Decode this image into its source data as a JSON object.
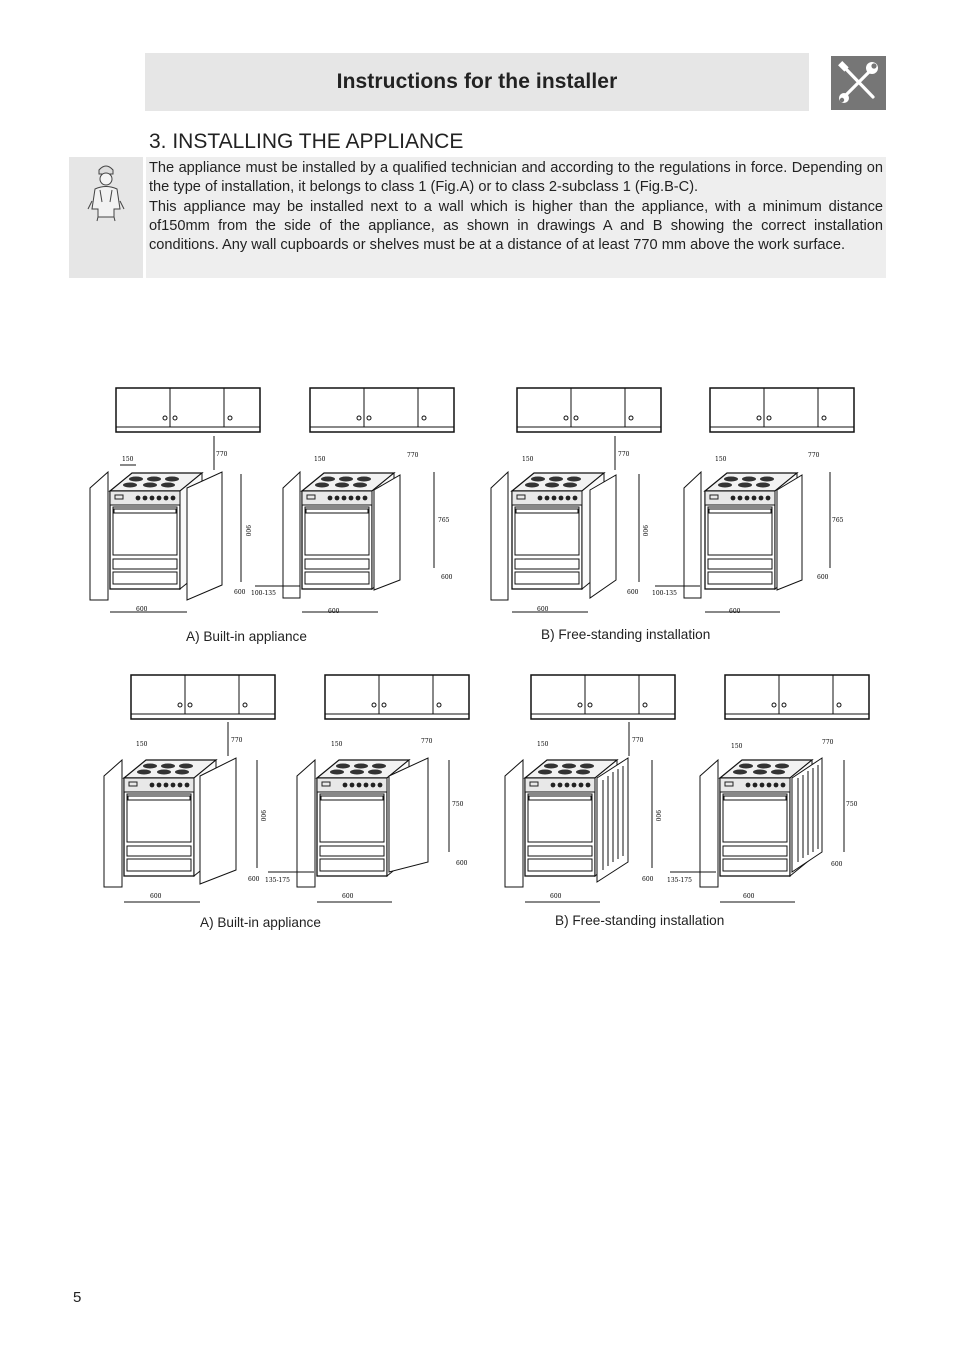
{
  "header": {
    "title": "Instructions for the installer",
    "icon": "tools-icon"
  },
  "section": {
    "title": "3. INSTALLING THE APPLIANCE",
    "icon": "technician-icon"
  },
  "intro": {
    "line1": "The appliance must be installed by a qualified technician and according to the regulations in force. Depending on the type of installation, it belongs to class 1 (Fig.A) or to class 2-subclass 1 (Fig.B-C).",
    "line2": "This appliance may be installed next to a wall which is higher than the appliance, with a minimum distance of150mm from the side of the appliance, as shown in drawings A and B showing the correct installation conditions. Any wall cupboards or shelves must be at a distance of at least 770 mm above  the work surface."
  },
  "figures": {
    "top": {
      "caption_a": "A)  Built-in appliance",
      "caption_b": "B)  Free-standing installation",
      "dims": {
        "side": "150",
        "cupboard": "770",
        "height": "900",
        "height_alt": "765",
        "depth": "600",
        "width": "600",
        "plinth": "100-135"
      }
    },
    "bottom": {
      "caption_a": "A)  Built-in appliance",
      "caption_b": "B)  Free-standing installation",
      "dims": {
        "side": "150",
        "cupboard": "770",
        "height": "900",
        "height_alt": "750",
        "depth": "600",
        "width": "600",
        "plinth": "135-175"
      }
    }
  },
  "footer": {
    "page_number": "5"
  }
}
